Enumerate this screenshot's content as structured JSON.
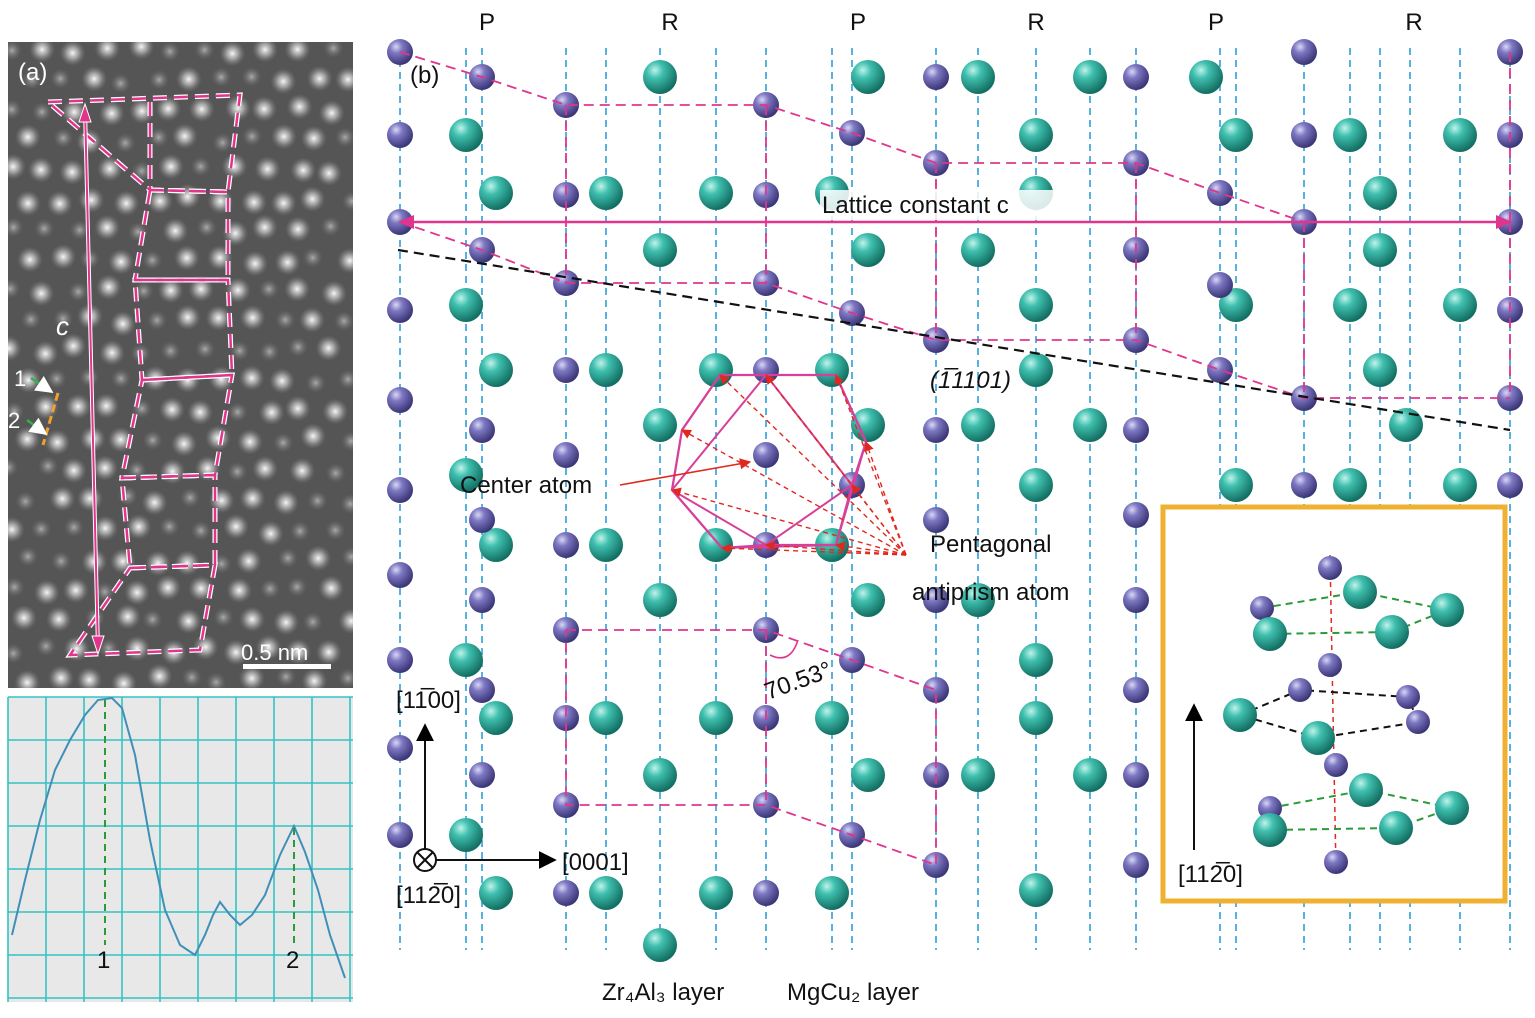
{
  "panel_a": {
    "label": "(a)",
    "c_label": "c",
    "marker_1": "1",
    "marker_2": "2",
    "scale_bar": "0.5 nm"
  },
  "profile": {
    "peak_1_label": "1",
    "peak_2_label": "2"
  },
  "panel_b": {
    "label": "(b)",
    "column_labels": [
      "P",
      "R",
      "P",
      "R",
      "P",
      "R"
    ],
    "lattice_constant_label": "Lattice constant c",
    "plane_label": "(1̅1101)",
    "center_atom_label": "Center atom",
    "pentagonal_label_line1": "Pentagonal",
    "pentagonal_label_line2": "antiprism atom",
    "angle_label": "70.53°",
    "axis_up": "[11̅00]",
    "axis_right": "[0001]",
    "axis_out": "[112̅0]",
    "layer_zr": "Zr₄Al₃ layer",
    "layer_mg": "MgCu₂ layer",
    "inset_axis": "[112̅0]"
  },
  "colors": {
    "teal_atom": "#2aa89a",
    "purple_atom": "#6a64aa",
    "pink_line": "#e0358c",
    "blue_dash": "#2f9fd6",
    "orange_frame": "#f0b030",
    "red_arrow": "#e0281e",
    "green_dash": "#2a9a3a"
  }
}
